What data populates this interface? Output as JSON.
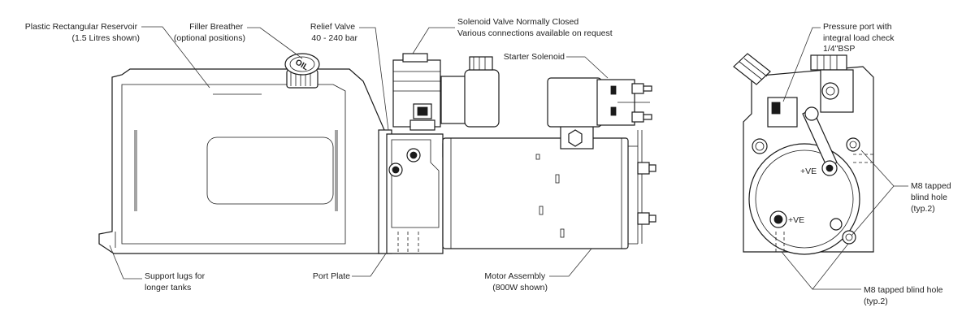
{
  "labels": {
    "reservoir_line1": "Plastic Rectangular Reservoir",
    "reservoir_line2": "(1.5 Litres shown)",
    "filler_line1": "Filler Breather",
    "filler_line2": "(optional positions)",
    "relief_line1": "Relief Valve",
    "relief_line2": "40 - 240 bar",
    "solenoid_line1": "Solenoid Valve Normally Closed",
    "solenoid_line2": "Various connections available on request",
    "starter": "Starter Solenoid",
    "pressure_line1": "Pressure port with",
    "pressure_line2": "integral load check",
    "pressure_line3": "1/4\"BSP",
    "m8_right_line1": "M8 tapped",
    "m8_right_line2": "blind hole",
    "m8_right_line3": "(typ.2)",
    "m8_bottom_line1": "M8 tapped blind hole",
    "m8_bottom_line2": "(typ.2)",
    "lugs_line1": "Support lugs for",
    "lugs_line2": "longer tanks",
    "port_plate": "Port Plate",
    "motor_line1": "Motor Assembly",
    "motor_line2": "(800W shown)",
    "cap_text": "OIL",
    "ve_upper": "+VE",
    "ve_lower": "+VE"
  }
}
